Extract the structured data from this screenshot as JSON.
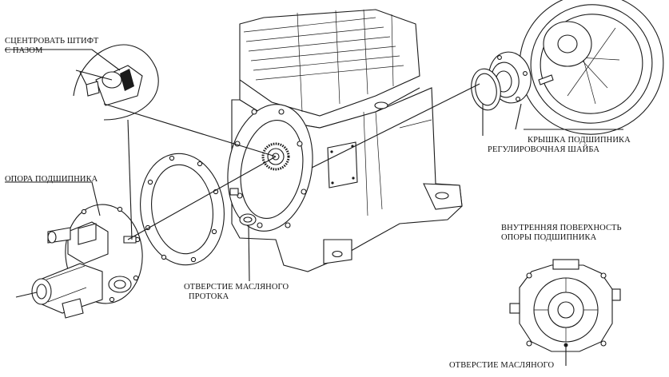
{
  "labels": {
    "pin": [
      "СЦЕНТРОВАТЬ ШТИФТ",
      "С ПАЗОМ"
    ],
    "bearing_support": "ОПОРА ПОДШИПНИКА",
    "bearing_cover": "КРЫШКА ПОДШИПНИКА",
    "shim": "РЕГУЛИРОВОЧНАЯ ШАЙБА",
    "inner_surface": [
      "ВНУТРЕННЯЯ ПОВЕРХНОСТЬ",
      "ОПОРЫ ПОДШИПНИКА"
    ],
    "oil_hole_center": [
      "ОТВЕРСТИЕ МАСЛЯНОГО",
      "ПРОТОКА"
    ],
    "oil_hole_bottom": "ОТВЕРСТИЕ МАСЛЯНОГО"
  }
}
